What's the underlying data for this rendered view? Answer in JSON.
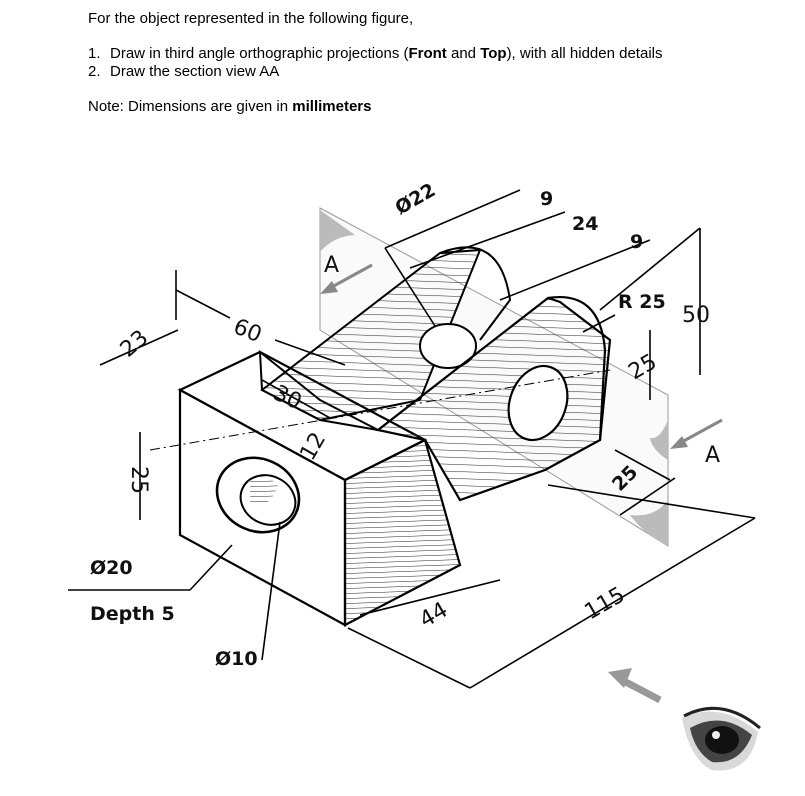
{
  "instructions": {
    "intro": "For the object represented in the following figure,",
    "items": [
      {
        "number": "1.",
        "before": "Draw in third angle orthographic projections (",
        "bold1": "Front",
        "middle": " and ",
        "bold2": "Top",
        "after": "), with all hidden details"
      },
      {
        "number": "2.",
        "text": "Draw the section view AA"
      }
    ],
    "note_prefix": "Note: Dimensions are given in ",
    "note_bold": "millimeters"
  },
  "figure": {
    "dimensions": {
      "d22": "Ø22",
      "d9a": "9",
      "d24": "24",
      "d9b": "9",
      "r25": "R 25",
      "d50": "50",
      "d60": "60",
      "d23": "23",
      "d30": "30",
      "d12": "12",
      "d25a": "25",
      "d25b": "25",
      "d25c": "25",
      "d20": "Ø20",
      "depth": "Depth 5",
      "d10": "Ø10",
      "d44": "44",
      "d115": "115"
    },
    "section_label_top": "A",
    "section_label_right": "A",
    "viewer_icon": "eye-icon",
    "view_arrow_icon": "view-direction-arrow-icon"
  }
}
